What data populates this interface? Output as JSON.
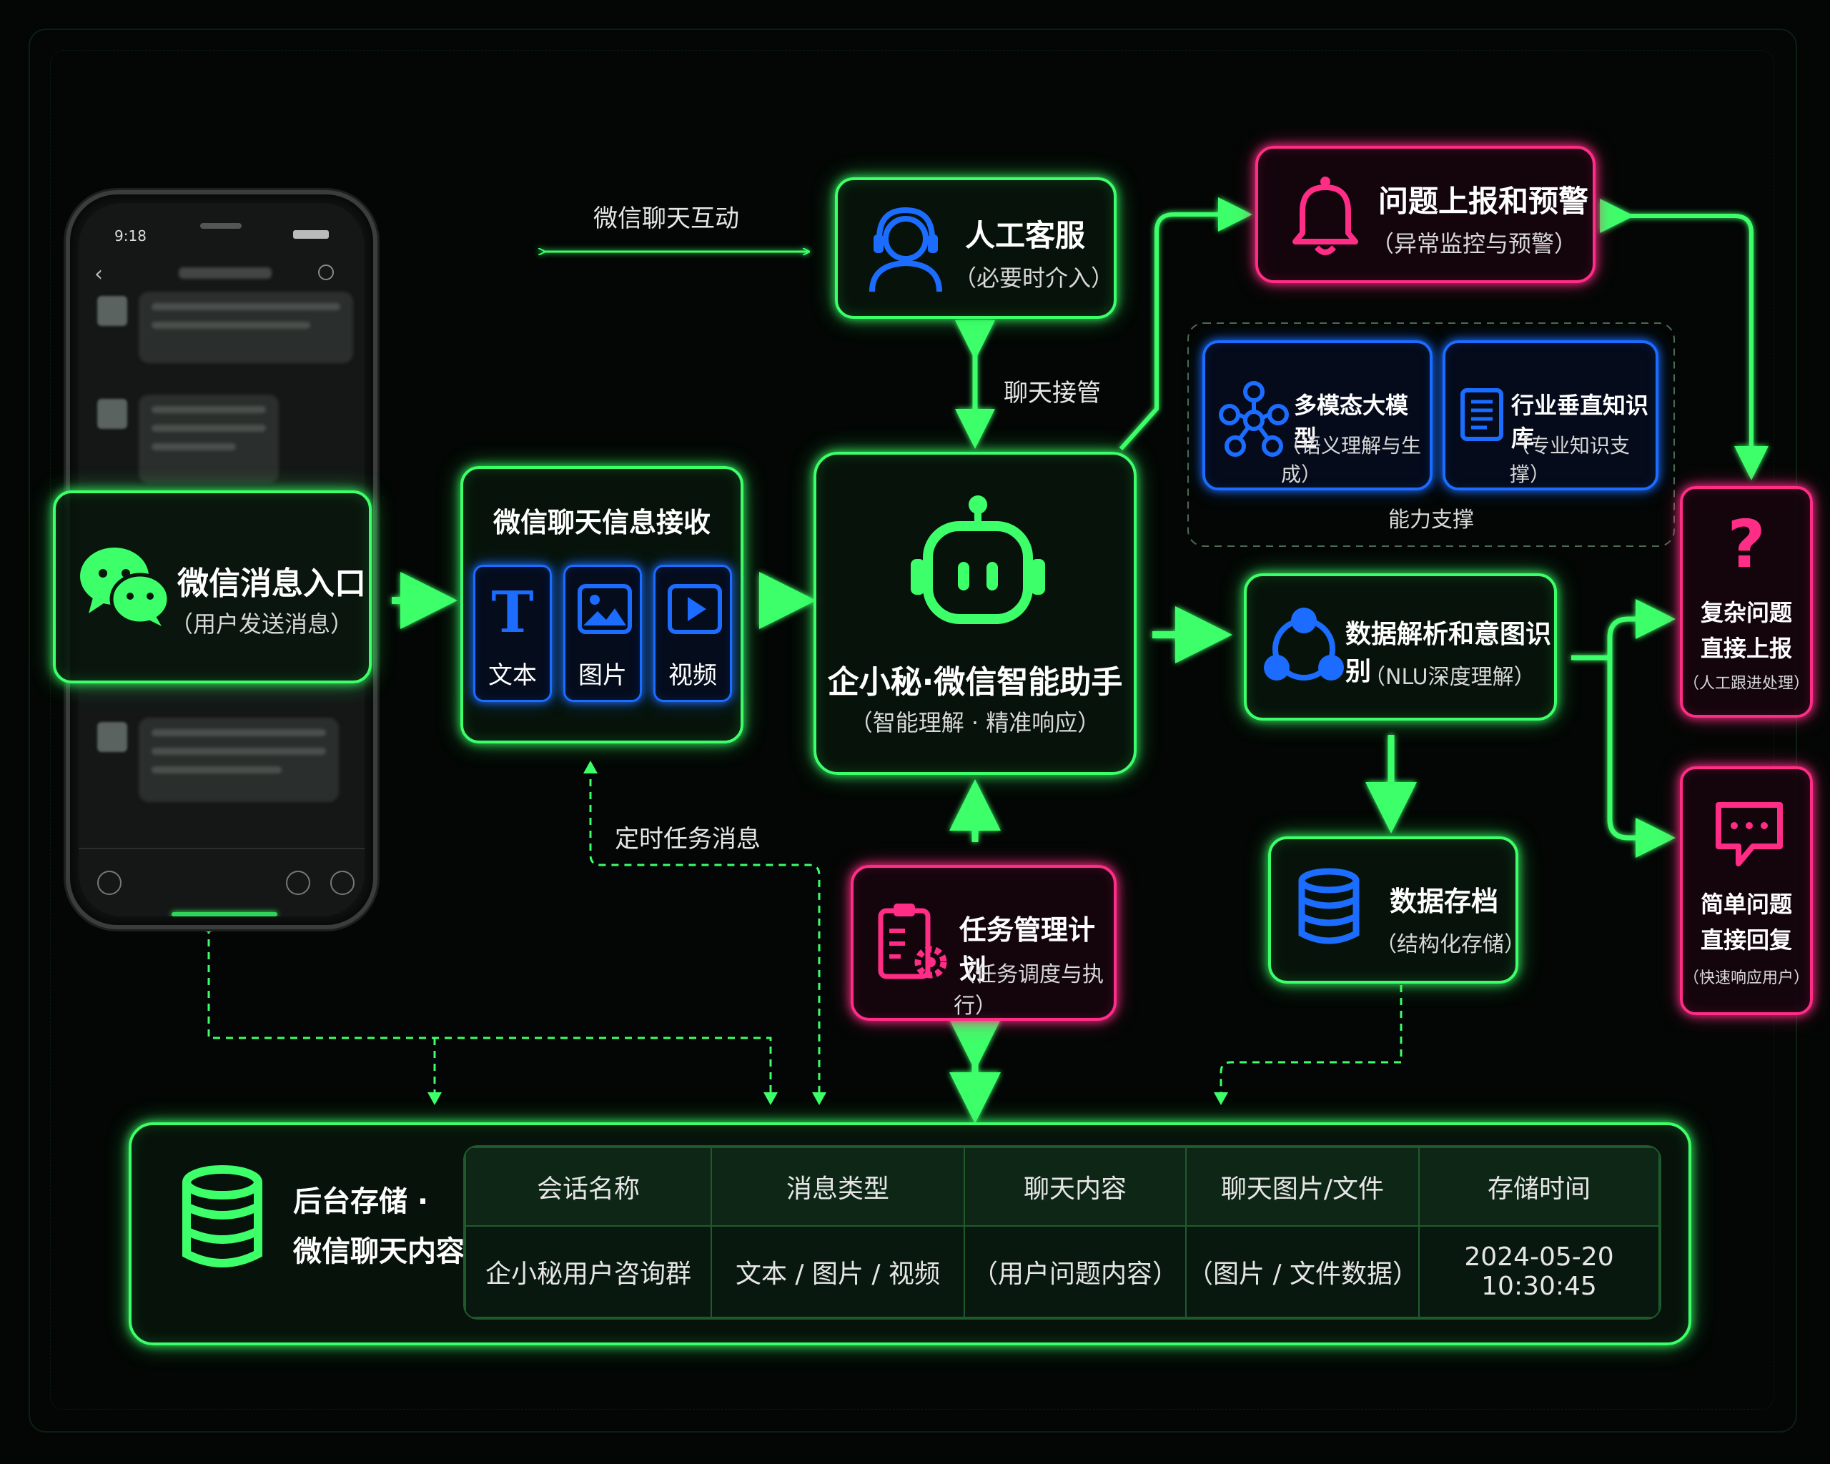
{
  "nodes": {
    "wechat_entry": {
      "title": "微信消息入口",
      "subtitle": "（用户发送消息）"
    },
    "receive": {
      "title": "微信聊天信息接收",
      "types": [
        "文本",
        "图片",
        "视频"
      ]
    },
    "assistant": {
      "title": "企小秘·微信智能助手",
      "subtitle": "（智能理解 · 精准响应）"
    },
    "human": {
      "title": "人工客服",
      "subtitle": "（必要时介入）"
    },
    "alert": {
      "title": "问题上报和预警",
      "subtitle": "（异常监控与预警）"
    },
    "llm": {
      "title": "多模态大模型",
      "subtitle": "（语义理解与生成）"
    },
    "kb": {
      "title": "行业垂直知识库",
      "subtitle": "（专业知识支撑）"
    },
    "nlu": {
      "title": "数据解析和意图识别",
      "subtitle": "（NLU深度理解）"
    },
    "archive": {
      "title": "数据存档",
      "subtitle": "（结构化存储）"
    },
    "task": {
      "title": "任务管理计划",
      "subtitle": "（任务调度与执行）"
    },
    "complex": {
      "line1": "复杂问题",
      "line2": "直接上报",
      "subtitle": "（人工跟进处理）"
    },
    "simple": {
      "line1": "简单问题",
      "line2": "直接回复",
      "subtitle": "（快速响应用户）"
    }
  },
  "edge_labels": {
    "chat_interact": "微信聊天互动",
    "chat_takeover": "聊天接管",
    "scheduled_msg": "定时任务消息",
    "capability": "能力支撑"
  },
  "phone": {
    "time": "9:18"
  },
  "storage": {
    "title_line1": "后台存储 ·",
    "title_line2": "微信聊天内容",
    "headers": [
      "会话名称",
      "消息类型",
      "聊天内容",
      "聊天图片/文件",
      "存储时间"
    ],
    "row": [
      "企小秘用户咨询群",
      "文本 / 图片 / 视频",
      "（用户问题内容）",
      "（图片 / 文件数据）",
      "2024-05-20 10:30:45"
    ]
  },
  "colors": {
    "green": "#3dff6a",
    "pink": "#ff2d86",
    "blue": "#1b6cff",
    "background": "#030604"
  }
}
